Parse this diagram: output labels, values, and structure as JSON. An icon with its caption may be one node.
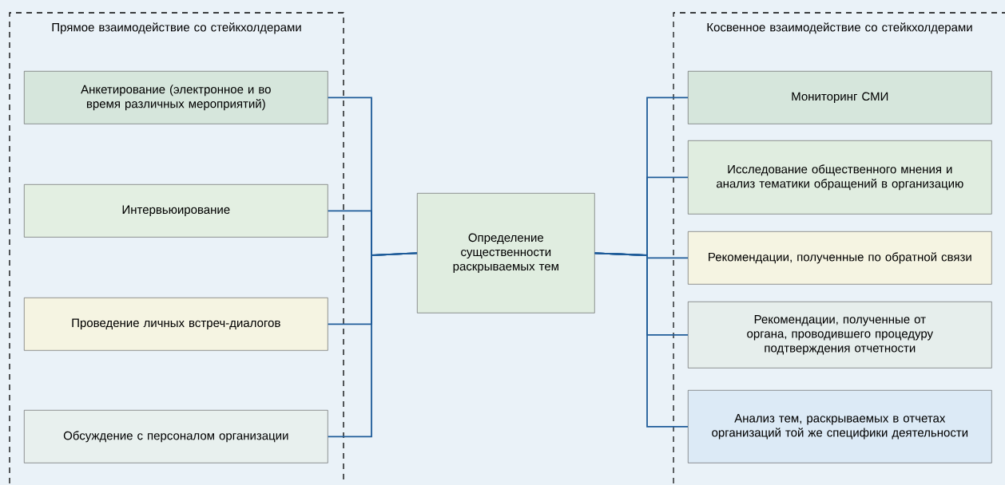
{
  "diagram": {
    "nodes": [
      {
        "text": [
          "Прямое взаимодействие со стейкхолдерами"
        ]
      },
      {
        "text": [
          "Анкетирование (электронное и во время различных мероприятий)"
        ],
        "in": 0
      },
      {
        "text": [
          "Интервьюирование"
        ],
        "in": 0
      },
      {
        "text": [
          "Проведение личных встреч-диалогов"
        ],
        "in": 0
      },
      {
        "text": [
          "Обсуждение с персоналом организации"
        ],
        "in": 0
      },
      {
        "text": [
          "Определение существенности раскрываемых тем"
        ]
      },
      {
        "text": [
          "Косвенное взаимодействие со стейкхолдерами"
        ]
      },
      {
        "text": [
          "Мониторинг СМИ"
        ],
        "in": 6
      },
      {
        "text": [
          "Исследование общественного мнения и анализ тематики обращений в организацию"
        ],
        "in": 6
      },
      {
        "text": [
          "Рекомендации, полученные по обратной связи"
        ],
        "in": 6
      },
      {
        "text": [
          "Рекомендации, полученные от органа, проводившего процедуру подтверждения отчетности"
        ],
        "in": 6
      },
      {
        "text": [
          "Анализ тем, раскрываемых в отчетах организаций той же специфики деятельности"
        ],
        "in": 6
      }
    ],
    "edges": [
      {
        "from": 1,
        "to": 5,
        "arrow": "none"
      },
      {
        "from": 2,
        "to": 5,
        "arrow": "none"
      },
      {
        "from": 3,
        "to": 5,
        "arrow": "none"
      },
      {
        "from": 4,
        "to": 5,
        "arrow": "none"
      },
      {
        "from": 5,
        "to": 7,
        "arrow": "none"
      },
      {
        "from": 5,
        "to": 8,
        "arrow": "none"
      },
      {
        "from": 5,
        "to": 9,
        "arrow": "none"
      },
      {
        "from": 5,
        "to": 10,
        "arrow": "none"
      },
      {
        "from": 5,
        "to": 11,
        "arrow": "none"
      }
    ]
  }
}
